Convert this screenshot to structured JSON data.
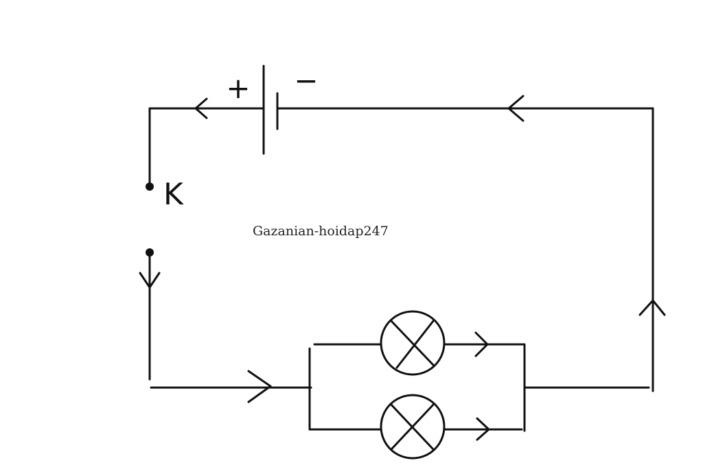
{
  "diagram": {
    "watermark": "Gazanian-hoidap247",
    "switch_label": "K",
    "battery": {
      "positive_label": "+",
      "negative_label": "−"
    },
    "lamp_count": 2,
    "stroke_color": "#111111",
    "background": "#ffffff"
  }
}
